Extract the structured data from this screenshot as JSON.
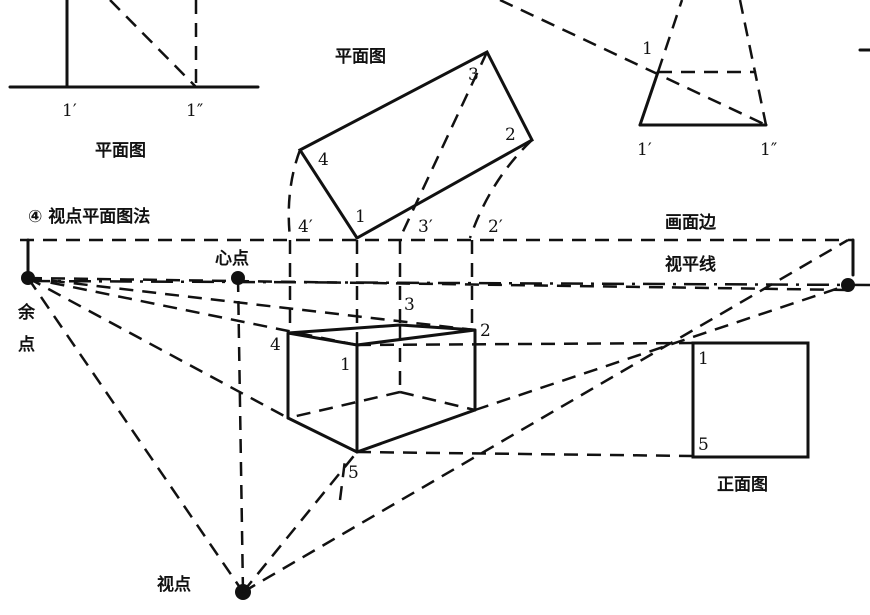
{
  "title": "④ 视点平面图法",
  "labels": {
    "plan_top_left": "平面图",
    "plan_center": "平面图",
    "center_point": "心点",
    "remainder_point": "余点",
    "remainder_a": "余",
    "remainder_b": "点",
    "viewpoint": "视点",
    "picture_plane": "画面边",
    "horizon": "视平线",
    "front_view": "正面图"
  },
  "points": {
    "p1p": "1′",
    "p1pp": "1″",
    "p1": "1",
    "p2": "2",
    "p3": "3",
    "p4": "4",
    "p5": "5",
    "p2p": "2′",
    "p3p": "3′",
    "p4p": "4′"
  }
}
